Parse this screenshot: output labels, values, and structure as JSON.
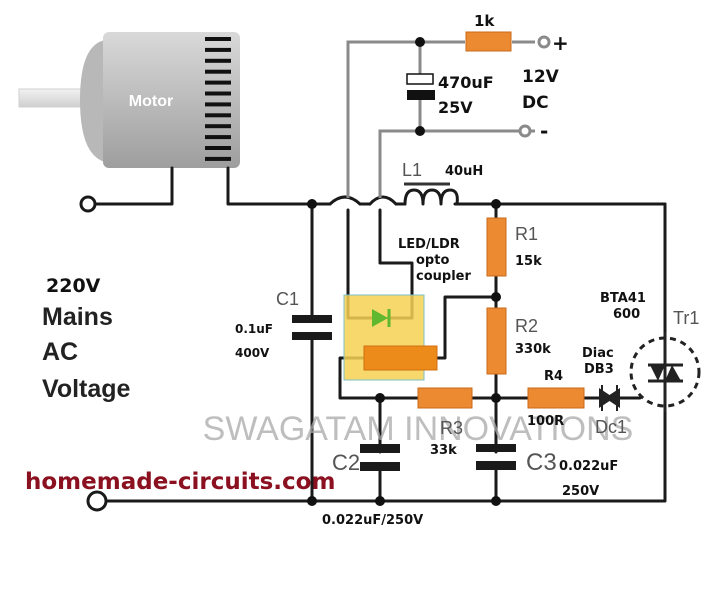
{
  "motor": {
    "label": "Motor"
  },
  "dc_supply": {
    "resistor_value": "1k",
    "capacitor_value": "470uF",
    "capacitor_voltage": "25V",
    "voltage": "12V",
    "type": "DC",
    "plus_label": "+",
    "minus_label": "-"
  },
  "inductor": {
    "name": "L1",
    "value": "40uH"
  },
  "mains": {
    "line1": "220V",
    "line2": "Mains",
    "line3": "AC",
    "line4": "Voltage"
  },
  "c1": {
    "name": "C1",
    "value": "0.1uF",
    "voltage": "400V"
  },
  "optocoupler": {
    "line1": "LED/LDR",
    "line2": "opto",
    "line3": "coupler"
  },
  "r1": {
    "name": "R1",
    "value": "15k"
  },
  "r2": {
    "name": "R2",
    "value": "330k"
  },
  "r3": {
    "name": "R3",
    "value": "33k"
  },
  "r4": {
    "name": "R4",
    "value": "100R"
  },
  "c2": {
    "name": "C2",
    "value": "0.022uF/250V"
  },
  "c3": {
    "name": "C3",
    "value": "0.022uF",
    "voltage": "250V"
  },
  "diac": {
    "line1": "Diac",
    "line2": "DB3",
    "name": "Dc1"
  },
  "triac": {
    "part": "BTA41",
    "rating": "600",
    "name": "Tr1"
  },
  "watermark": "SWAGATAM INNOVATIONS",
  "website": "homemade-circuits.com"
}
